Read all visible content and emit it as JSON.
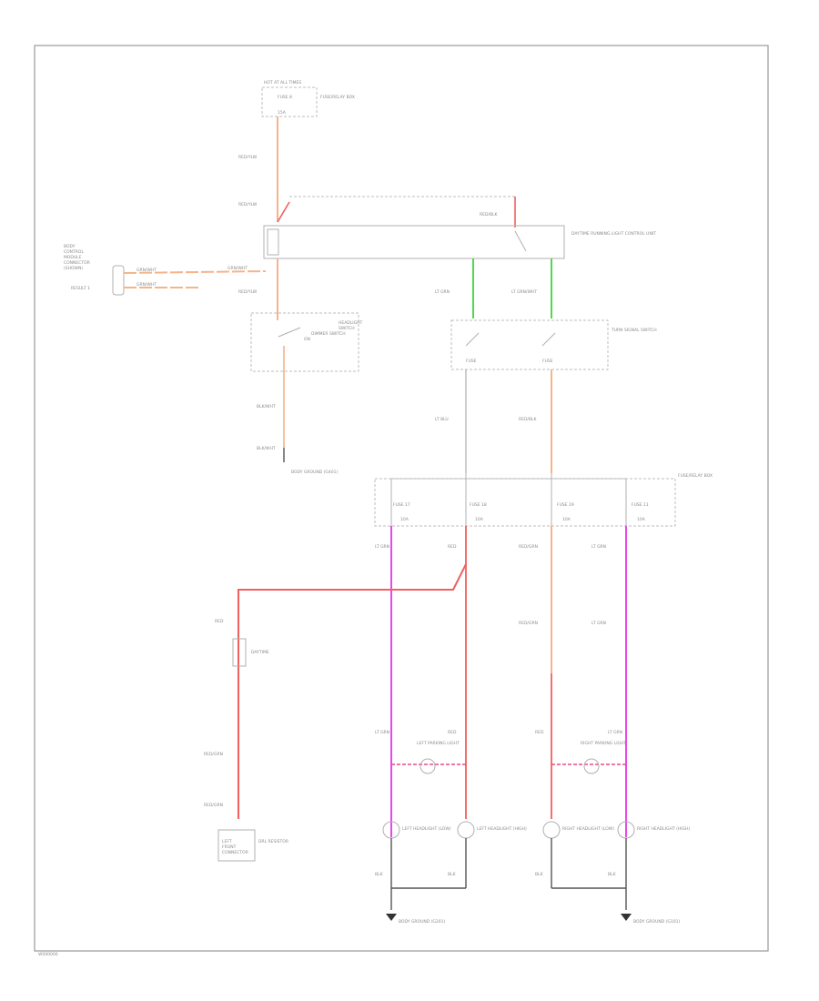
{
  "labels": {
    "ign_hot": "HOT AT ALL TIMES",
    "fuse_top_1": "FUSE 8",
    "fuse_top_2": "15A",
    "fuse_box_top": "FUSE/RELAY BOX",
    "wire_top_a": "RED/YLW",
    "wire_top_b": "RED/YLW",
    "wire_top_c": "RED/YLW",
    "wire_top_d": "RED/BLK",
    "relay_label": "DAYTIME RUNNING LIGHT CONTROL UNIT",
    "left_conn_1": "BODY",
    "left_conn_2": "CONTROL",
    "left_conn_3": "MODULE",
    "left_conn_4": "CONNECTOR",
    "left_conn_5": "(SHOWN)",
    "left_conn_pin": "RESULT 1",
    "left_wire_a": "GRN/WHT",
    "left_wire_b": "GRN/WHT",
    "left_wire_c": "GRN/WHT",
    "switch_left_1": "HEADLIGHT",
    "switch_left_2": "SWITCH",
    "switch_left_sub": "DIMMER SWITCH",
    "switch_left_pin": "ON",
    "wire_green_a": "LT GRN",
    "wire_green_b": "LT GRN/WHT",
    "switch_right_label": "TURN SIGNAL SWITCH",
    "sw_pin_a": "FUSE",
    "sw_pin_b": "FUSE",
    "wire_mid_a": "LT BLU",
    "wire_mid_b": "RED/BLK",
    "ground_mid_a": "BLK/WHT",
    "ground_mid_b": "BLK/WHT",
    "ground_mid_label": "BODY GROUND (G401)",
    "fuse_box_mid": "FUSE/RELAY BOX",
    "fuses": [
      {
        "name": "FUSE 17",
        "amp": "10A"
      },
      {
        "name": "FUSE 18",
        "amp": "10A"
      },
      {
        "name": "FUSE 19",
        "amp": "10A"
      },
      {
        "name": "FUSE 11",
        "amp": "10A"
      }
    ],
    "wires_after_fuse": [
      "LT GRN",
      "RED",
      "RED/GRN",
      "LT GRN"
    ],
    "wires_mid": [
      "",
      "",
      "RED/GRN",
      "LT GRN"
    ],
    "wires_lower": [
      "LT GRN",
      "RED",
      "RED",
      "LT GRN"
    ],
    "left_vertical_1": "RED",
    "left_vertical_2": "RED/GRN",
    "left_vertical_3": "RED/GRN",
    "left_joint": "DAYTIME",
    "left_bottom_1": "LEFT",
    "left_bottom_2": "FRONT",
    "left_bottom_3": "CONNECTOR",
    "left_bottom_4": "DRL RESISTOR",
    "lamp_mid_left": "LEFT PARKING LIGHT",
    "lamp_mid_right": "RIGHT PARKING LIGHT",
    "lamp_bottom": [
      "LEFT HEADLIGHT (LOW)",
      "LEFT HEADLIGHT (HIGH)",
      "RIGHT HEADLIGHT (LOW)",
      "RIGHT HEADLIGHT (HIGH)"
    ],
    "ground_bot_left": "BODY GROUND (G201)",
    "ground_bot_right": "BODY GROUND (G101)",
    "blk_labels": [
      "BLK",
      "BLK",
      "BLK",
      "BLK"
    ],
    "corner_tag": "W000000"
  },
  "colors": {
    "orange": "#f7b38a",
    "red": "#f06060",
    "pink": "#e84a8a",
    "magenta": "#e848e8",
    "green": "#4ed94e",
    "gray": "#b8b8b8"
  }
}
